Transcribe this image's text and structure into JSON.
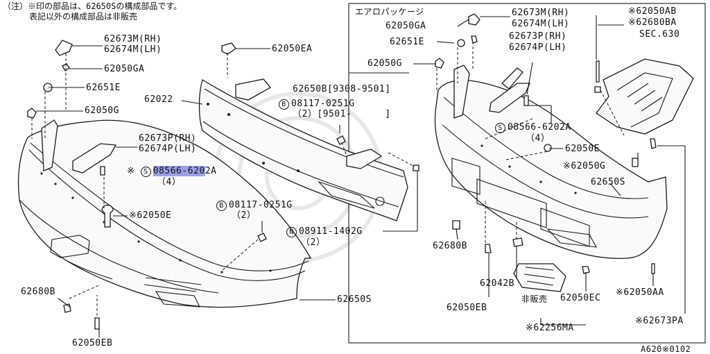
{
  "note": {
    "line1": "（注）※印の部品は、62650Sの構成部品です。",
    "line2": "表記以外の構成部品は非販売"
  },
  "left_labels": {
    "p62673M": "62673M(RH)",
    "p62674M": "62674M(LH)",
    "p62050GA": "62050GA",
    "p62651E": "62651E",
    "p62050G": "62050G",
    "p62673P": "62673P(RH)",
    "p62674P": "62674P(LH)",
    "screw_mark": "※",
    "screw_circle": "S",
    "screw_pre": "08566-620",
    "screw_post": "2A",
    "screw_qty": "（4）",
    "p62050E": "※62050E",
    "bolt_circle": "B",
    "bolt_part": "08117-0251G",
    "bolt_qty": "（2）",
    "p62680B": "62680B",
    "p62050EB": "62050EB",
    "p62650S": "62650S"
  },
  "center_labels": {
    "p62050EA": "62050EA",
    "p62022": "62022",
    "p62650B": "62650B[9308-9501]",
    "bolt_circle": "B",
    "bolt_part": "08117-0251G",
    "bolt_qty": "（2）[9501-",
    "bolt_qty_end": "]",
    "nut_circle": "N",
    "nut_part": "08911-1402G",
    "nut_qty": "（2）"
  },
  "right_labels": {
    "box_title": "エアロパッケージ",
    "p62050GA": "62050GA",
    "p62651E": "62651E",
    "p62050G": "62050G",
    "p62673M": "62673M(RH)",
    "p62674M": "62674M(LH)",
    "p62673P": "62673P(RH)",
    "p62674P": "62674P(LH)",
    "p62050AB": "※62050AB",
    "p62680BA": "※62680BA",
    "sec": "SEC.630",
    "screw_circle": "S",
    "screw_part": "08566-6202A",
    "screw_qty": "（4）",
    "p62050E": "62050E",
    "p62050G_star": "※62050G",
    "p62650S": "62650S",
    "p62680B": "62680B",
    "p62042B": "62042B",
    "hihanbai": "非販売",
    "p62050EB": "62050EB",
    "p62050EC": "62050EC",
    "p62050AA": "※62050AA",
    "p62673PA": "※62673PA",
    "p62256MA": "※62256MA"
  },
  "footer": {
    "code": "A620※0102"
  }
}
